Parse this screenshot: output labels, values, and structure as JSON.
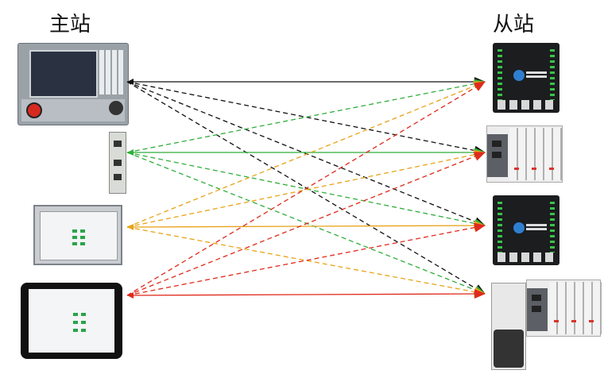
{
  "labels": {
    "master": "主站",
    "slave": "从站"
  },
  "colors": {
    "black": "#111111",
    "green": "#2fae3a",
    "orange": "#e8a317",
    "red": "#e02a1b"
  },
  "icons": {
    "master_1": "cnc-controller-icon",
    "master_2": "servo-drive-icon",
    "master_3": "hmi-panel-icon",
    "master_4": "tablet-icon",
    "slave_1": "ethercat-io-module-icon",
    "slave_2": "coupler-terminal-rail-icon",
    "slave_3": "ethercat-io-module-icon",
    "slave_4": "servo-motor-terminal-rail-icon"
  },
  "connections": [
    {
      "from": 0,
      "to": 0,
      "color": "black",
      "style": "solid"
    },
    {
      "from": 0,
      "to": 1,
      "color": "black",
      "style": "dashed"
    },
    {
      "from": 0,
      "to": 2,
      "color": "black",
      "style": "dashed"
    },
    {
      "from": 0,
      "to": 3,
      "color": "black",
      "style": "dashed"
    },
    {
      "from": 1,
      "to": 0,
      "color": "green",
      "style": "dashed"
    },
    {
      "from": 1,
      "to": 1,
      "color": "green",
      "style": "solid"
    },
    {
      "from": 1,
      "to": 2,
      "color": "green",
      "style": "dashed"
    },
    {
      "from": 1,
      "to": 3,
      "color": "green",
      "style": "dashed"
    },
    {
      "from": 2,
      "to": 1,
      "color": "orange",
      "style": "dashed"
    },
    {
      "from": 2,
      "to": 2,
      "color": "orange",
      "style": "solid"
    },
    {
      "from": 2,
      "to": 3,
      "color": "orange",
      "style": "dashed"
    },
    {
      "from": 2,
      "to": 0,
      "color": "orange",
      "style": "dashed"
    },
    {
      "from": 3,
      "to": 0,
      "color": "red",
      "style": "dashed"
    },
    {
      "from": 3,
      "to": 1,
      "color": "red",
      "style": "dashed"
    },
    {
      "from": 3,
      "to": 2,
      "color": "red",
      "style": "dashed"
    },
    {
      "from": 3,
      "to": 3,
      "color": "red",
      "style": "solid"
    }
  ]
}
